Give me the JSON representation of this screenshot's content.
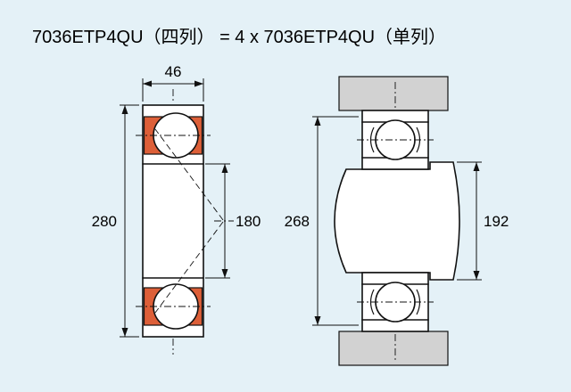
{
  "title": "7036ETP4QU（四列） = 4 x 7036ETP4QU（单列）",
  "colors": {
    "background": "#e4f1f7",
    "cage": "#dd5f38",
    "housing": "#d2d2d2",
    "line": "#111111"
  },
  "left_view": {
    "dim_width": "46",
    "dim_outer_diameter": "280",
    "dim_bore_diameter": "180"
  },
  "right_view": {
    "dim_housing_abutment": "268",
    "dim_shaft_abutment": "192"
  }
}
